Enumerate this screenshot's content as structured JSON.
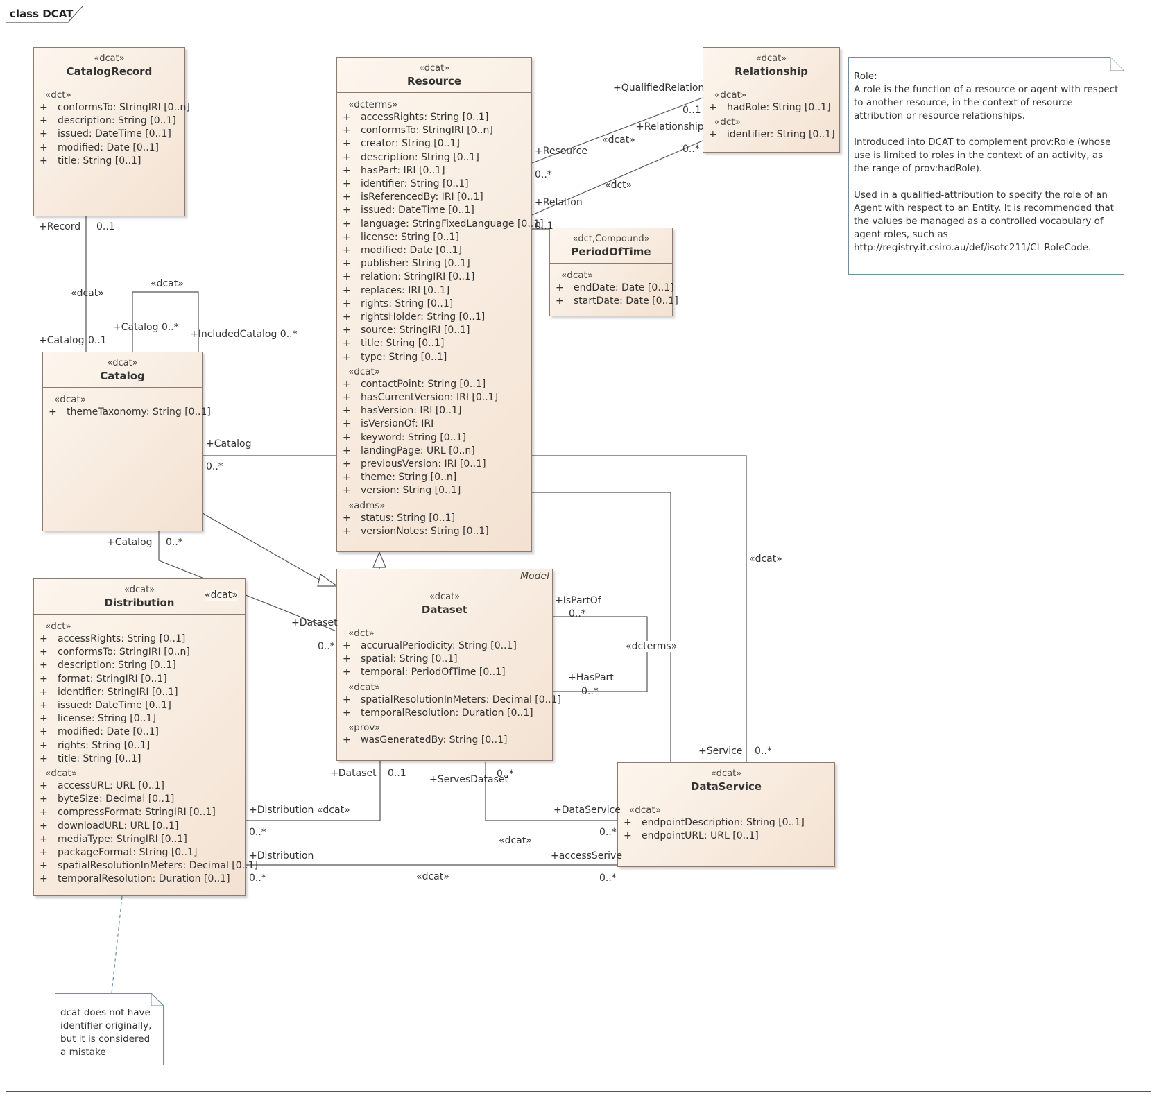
{
  "diagram": {
    "frame_title": "class DCAT",
    "classes": {
      "catalog_record": {
        "stereotype": "«dcat»",
        "name": "CatalogRecord",
        "groups": [
          {
            "label": "«dct»",
            "attrs": [
              "conformsTo: StringIRI [0..n]",
              "description: String [0..1]",
              "issued: DateTime [0..1]",
              "modified: Date [0..1]",
              "title: String [0..1]"
            ]
          }
        ]
      },
      "resource": {
        "stereotype": "«dcat»",
        "name": "Resource",
        "groups": [
          {
            "label": "«dcterms»",
            "attrs": [
              "accessRights: String [0..1]",
              "conformsTo: StringIRI [0..n]",
              "creator: String [0..1]",
              "description: String [0..1]",
              "hasPart: IRI [0..1]",
              "identifier: String [0..1]",
              "isReferencedBy: IRI [0..1]",
              "issued: DateTime [0..1]",
              "language: StringFixedLanguage [0..1]",
              "license: String [0..1]",
              "modified: Date [0..1]",
              "publisher: String [0..1]",
              "relation: StringIRI [0..1]",
              "replaces: IRI [0..1]",
              "rights: String [0..1]",
              "rightsHolder: String [0..1]",
              "source: StringIRI [0..1]",
              "title: String [0..1]",
              "type: String [0..1]"
            ]
          },
          {
            "label": "«dcat»",
            "attrs": [
              "contactPoint: String [0..1]",
              "hasCurrentVersion: IRI [0..1]",
              "hasVersion: IRI [0..1]",
              "isVersionOf: IRI",
              "keyword: String [0..1]",
              "landingPage: URL [0..n]",
              "previousVersion: IRI [0..1]",
              "theme: String [0..n]",
              "version: String [0..1]"
            ]
          },
          {
            "label": "«adms»",
            "attrs": [
              "status: String [0..1]",
              "versionNotes: String [0..1]"
            ]
          }
        ]
      },
      "relationship": {
        "stereotype": "«dcat»",
        "name": "Relationship",
        "groups": [
          {
            "label": "«dcat»",
            "attrs": [
              "hadRole: String [0..1]"
            ]
          },
          {
            "label": "«dct»",
            "attrs": [
              "identifier: String [0..1]"
            ]
          }
        ]
      },
      "period_of_time": {
        "stereotype": "«dct,Compound»",
        "name": "PeriodOfTime",
        "groups": [
          {
            "label": "«dcat»",
            "attrs": [
              "endDate: Date [0..1]",
              "startDate: Date [0..1]"
            ]
          }
        ]
      },
      "catalog": {
        "stereotype": "«dcat»",
        "name": "Catalog",
        "groups": [
          {
            "label": "«dcat»",
            "attrs": [
              "themeTaxonomy: String [0..1]"
            ]
          }
        ]
      },
      "dataset": {
        "stereotype": "«dcat»",
        "name": "Dataset",
        "tag": "Model",
        "groups": [
          {
            "label": "«dct»",
            "attrs": [
              "accurualPeriodicity: String [0..1]",
              "spatial: String [0..1]",
              "temporal: PeriodOfTime [0..1]"
            ]
          },
          {
            "label": "«dcat»",
            "attrs": [
              "spatialResolutionInMeters: Decimal [0..1]",
              "temporalResolution: Duration [0..1]"
            ]
          },
          {
            "label": "«prov»",
            "attrs": [
              "wasGeneratedBy: String [0..1]"
            ]
          }
        ]
      },
      "distribution": {
        "stereotype": "«dcat»",
        "name": "Distribution",
        "groups": [
          {
            "label": "«dct»",
            "attrs": [
              "accessRights: String [0..1]",
              "conformsTo: StringIRI [0..n]",
              "description: String [0..1]",
              "format: StringIRI [0..1]",
              "identifier: StringIRI [0..1]",
              "issued: DateTime [0..1]",
              "license: String [0..1]",
              "modified: Date [0..1]",
              "rights: String [0..1]",
              "title: String [0..1]"
            ]
          },
          {
            "label": "«dcat»",
            "attrs": [
              "accessURL: URL [0..1]",
              "byteSize: Decimal [0..1]",
              "compressFormat: StringIRI [0..1]",
              "downloadURL: URL [0..1]",
              "mediaType: StringIRI [0..1]",
              "packageFormat: String [0..1]",
              "spatialResolutionInMeters: Decimal [0..1]",
              "temporalResolution: Duration [0..1]"
            ]
          }
        ]
      },
      "data_service": {
        "stereotype": "«dcat»",
        "name": "DataService",
        "groups": [
          {
            "label": "«dcat»",
            "attrs": [
              "endpointDescription: String [0..1]",
              "endpointURL: URL [0..1]"
            ]
          }
        ]
      }
    },
    "labels": {
      "qualified_relation": "+QualifiedRelation",
      "qr_mult": "0..1",
      "relationship_role": "+Relationship",
      "dcat_resource_rel": "«dcat»",
      "resource_role": "+Resource",
      "resource_mult": "0..*",
      "rel_mult2": "0..*",
      "dct_relation": "«dct»",
      "relation_role": "+Relation",
      "relation_mult": "0..1",
      "record_role": "+Record",
      "record_mult": "0..1",
      "dcat_record": "«dcat»",
      "dcat_selfloop": "«dcat»",
      "catalog_loop_role": "+Catalog 0..*",
      "included_catalog": "+IncludedCatalog 0..*",
      "catalog_role_top": "+Catalog",
      "catalog_mult_top": "0..1",
      "catalog_service_role": "+Catalog",
      "catalog_service_mult": "0..*",
      "dcat_service": "«dcat»",
      "catalog_dataset_role": "+Catalog",
      "catalog_dataset_mult": "0..*",
      "dcat_dataset": "«dcat»",
      "dataset_role": "+Dataset",
      "dataset_mult": "0..*",
      "is_part_of": "+IsPartOf",
      "is_part_of_mult": "0..*",
      "dcterms_self": "«dcterms»",
      "has_part": "+HasPart",
      "has_part_mult": "0..*",
      "service_role": "+Service",
      "service_mult": "0..*",
      "dataset_dist_role": "+Dataset",
      "dataset_dist_mult": "0..1",
      "serves_dataset": "+ServesDataset",
      "serves_mult": "0..*",
      "distribution_role": "+Distribution «dcat»",
      "distribution_mult": "0..*",
      "dataservice_role": "+DataService",
      "dataservice_mult": "0..*",
      "dcat_serves": "«dcat»",
      "distribution_role2": "+Distribution",
      "distribution_mult2": "0..*",
      "access_service": "+accessSerive",
      "access_mult": "0..*",
      "dcat_access": "«dcat»"
    },
    "notes": {
      "role_note": {
        "title": "Role:",
        "p1": "A role is the function of a resource or agent with respect to another resource, in the context of resource attribution or resource relationships.",
        "p2": "Introduced into DCAT to complement prov:Role (whose use is limited to roles in the context of an activity, as the range of prov:hadRole).",
        "p3": "Used in a qualified-attribution to specify the role of an Agent with respect to an Entity. It is recommended that the values be managed as a controlled vocabulary of agent roles, such as http://registry.it.csiro.au/def/isotc211/CI_RoleCode."
      },
      "identifier_note": {
        "text": "dcat does not have identifier originally, but it is considered a mistake"
      }
    }
  }
}
